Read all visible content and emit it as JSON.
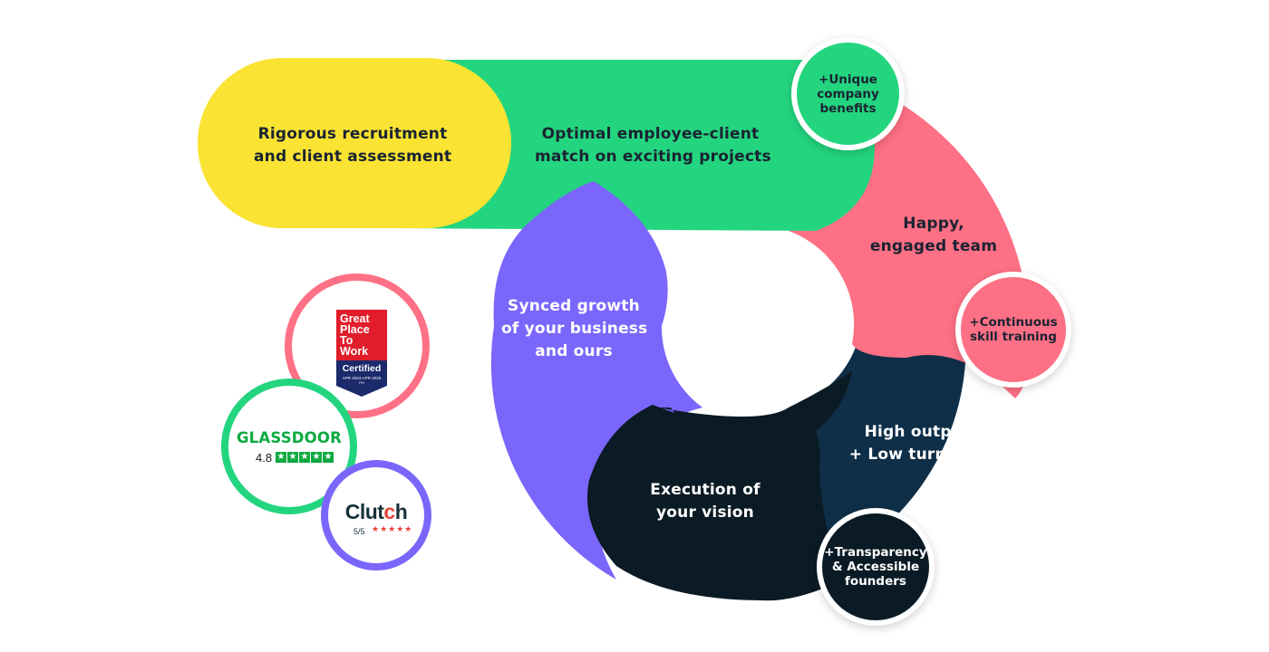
{
  "colors": {
    "yellow": "#fae332",
    "green": "#23d57f",
    "pink": "#fe7085",
    "purple": "#7a66fb",
    "navy": "#0f2f48",
    "black": "#0b1b25",
    "badge_pink": "#fe7085",
    "badge_green": "#23d57f",
    "badge_purple": "#7a66fb"
  },
  "stages": {
    "recruitment": {
      "line1": "Rigorous recruitment",
      "line2": "and client assessment"
    },
    "match": {
      "line1": "Optimal employee-client",
      "line2": "match on exciting projects"
    },
    "happy": {
      "line1": "Happy,",
      "line2": "engaged team"
    },
    "output": {
      "line1": "High output",
      "line2": "+ Low turnover"
    },
    "execution": {
      "line1": "Execution of",
      "line2": "your vision"
    },
    "growth": {
      "line1": "Synced growth",
      "line2": "of your business",
      "line3": "and ours"
    }
  },
  "bubbles": {
    "benefits": {
      "line1": "+Unique",
      "line2": "company",
      "line3": "benefits"
    },
    "training": {
      "line1": "+Continuous",
      "line2": "skill training"
    },
    "founders": {
      "line1": "+Transparency",
      "line2": "& Accessible",
      "line3": "founders"
    }
  },
  "badges": {
    "gptw": {
      "line1": "Great",
      "line2": "Place",
      "line3": "To",
      "line4": "Work",
      "certified": "Certified",
      "dates": "APR 2024-APR 2025",
      "country": "PH"
    },
    "glassdoor": {
      "name": "GLASSDOOR",
      "rating": "4.8"
    },
    "clutch": {
      "name": "Clutch",
      "score": "5/5"
    }
  }
}
